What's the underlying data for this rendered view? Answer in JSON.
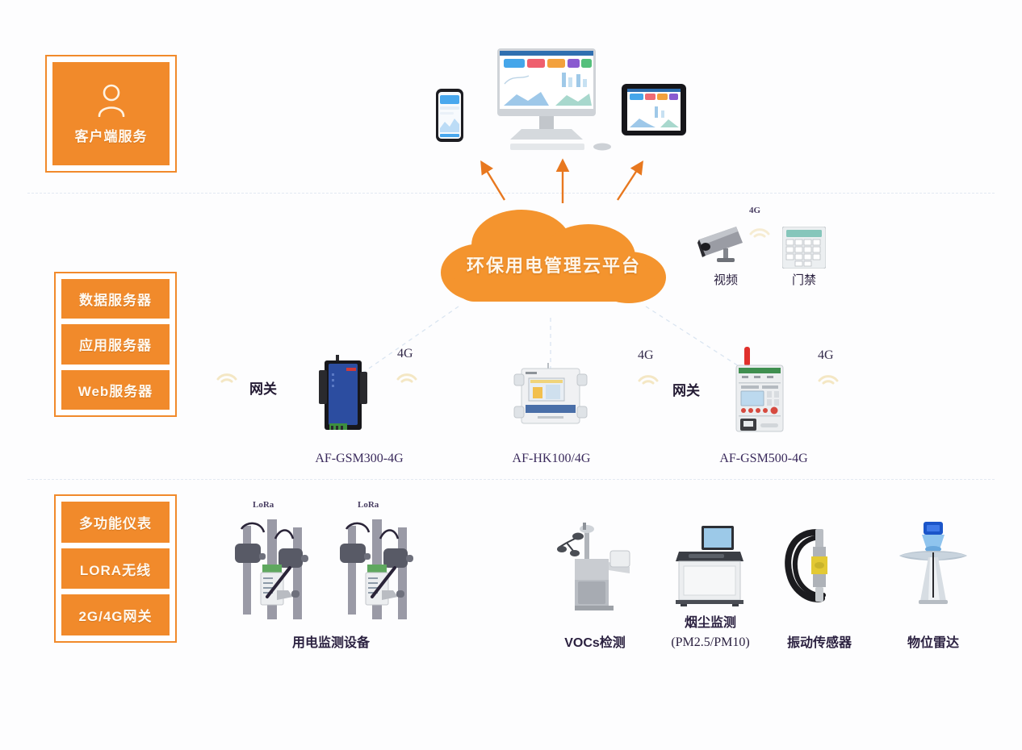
{
  "palette": {
    "orange": "#f18a2b",
    "orange_text": "#fff6ea",
    "dash_line": "#dce6f2",
    "label_text": "#2b2140",
    "wifi_arc": "#f3e3b8"
  },
  "panels": {
    "client": {
      "label": "客户端服务",
      "icon": "user-icon"
    },
    "servers": [
      {
        "label": "数据服务器"
      },
      {
        "label": "应用服务器"
      },
      {
        "label": "Web服务器"
      }
    ],
    "field": [
      {
        "label": "多功能仪表"
      },
      {
        "label": "LORA无线"
      },
      {
        "label": "2G/4G网关"
      }
    ]
  },
  "cloud": {
    "label": "环保用电管理云平台"
  },
  "client_devices": [
    {
      "name": "smartphone",
      "caption": ""
    },
    {
      "name": "desktop-monitor",
      "caption": ""
    },
    {
      "name": "tablet",
      "caption": ""
    }
  ],
  "right_devices": [
    {
      "name": "video-camera",
      "caption": "视频",
      "network": "4G"
    },
    {
      "name": "door-access-keypad",
      "caption": "门禁"
    }
  ],
  "gateways": [
    {
      "name": "af-gsm300-4g",
      "caption": "AF-GSM300-4G",
      "left_tag": "网关",
      "right_tag": "4G"
    },
    {
      "name": "af-hk100-4g",
      "caption": "AF-HK100/4G",
      "left_tag": "",
      "right_tag": "4G",
      "far_tag": "网关"
    },
    {
      "name": "af-gsm500-4g",
      "caption": "AF-GSM500-4G",
      "left_tag": "",
      "right_tag": "4G"
    }
  ],
  "sensors": [
    {
      "name": "power-monitoring-equipment",
      "caption": "用电监测设备",
      "radio_tags": [
        "LoRa",
        "LoRa"
      ]
    },
    {
      "name": "vocs-detector",
      "caption": "VOCs检测"
    },
    {
      "name": "dust-monitor",
      "caption": "烟尘监测",
      "caption2": "(PM2.5/PM10)"
    },
    {
      "name": "vibration-sensor",
      "caption": "振动传感器"
    },
    {
      "name": "level-radar",
      "caption": "物位雷达"
    }
  ]
}
